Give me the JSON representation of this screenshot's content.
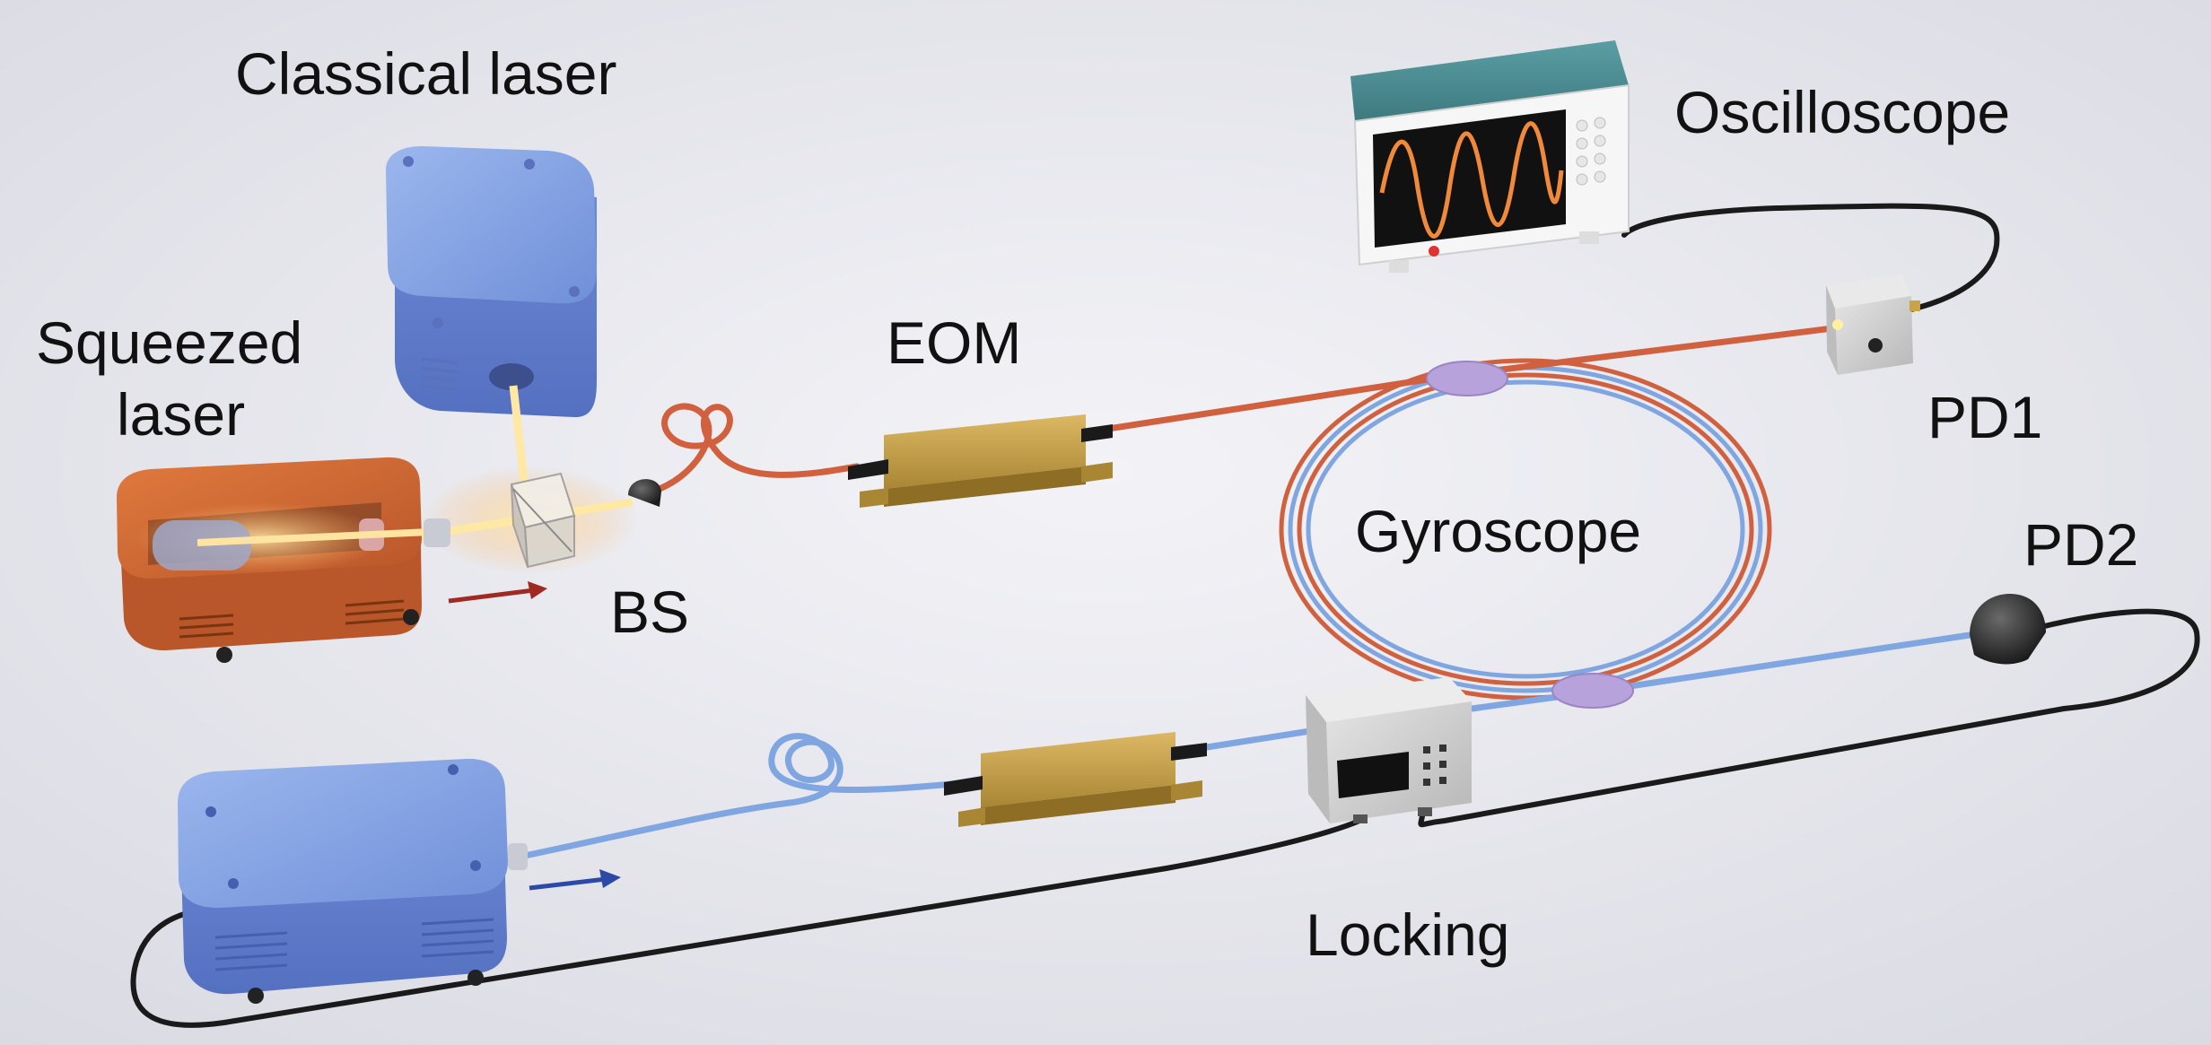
{
  "labels": {
    "classical_laser": "Classical laser",
    "squeezed_laser_line1": "Squeezed",
    "squeezed_laser_line2": "laser",
    "bs": "BS",
    "eom": "EOM",
    "oscilloscope": "Oscilloscope",
    "pd1": "PD1",
    "gyroscope": "Gyroscope",
    "pd2": "PD2",
    "locking": "Locking"
  },
  "colors": {
    "background": "#e9e9ee",
    "laser_box_blue": "#7f9ee0",
    "squeezed_box_orange": "#c9632e",
    "eom_gold": "#c9a24a",
    "red_fiber": "#d0603e",
    "blue_fiber": "#7fa6e0",
    "gyro_coupler": "#b8a2dc",
    "oscilloscope_teal": "#4e8f95",
    "trace_orange": "#f08a3a",
    "cable_black": "#1a1a1a"
  },
  "icons": {
    "classical_laser": "laser-box-icon",
    "squeezed_laser": "squeezed-laser-box-icon",
    "beam_splitter": "beam-splitter-cube-icon",
    "eom": "electro-optic-modulator-icon",
    "oscilloscope": "oscilloscope-icon",
    "pd1": "photodetector-box-icon",
    "pd2": "photodetector-dome-icon",
    "gyroscope": "fiber-coil-ring-icon",
    "locking": "locking-controller-icon"
  }
}
